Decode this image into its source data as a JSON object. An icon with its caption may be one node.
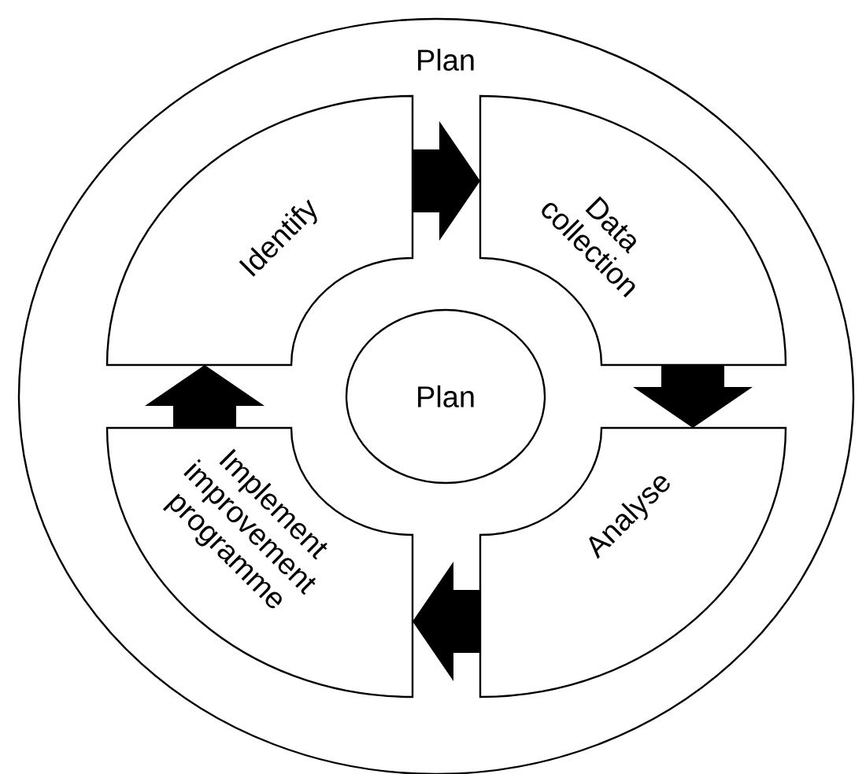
{
  "diagram": {
    "nodes": [
      {
        "text": [
          "Plan"
        ]
      },
      {
        "text": [
          "Identify"
        ],
        "in": 0
      },
      {
        "text": [
          "Data collection"
        ],
        "in": 0
      },
      {
        "text": [
          "Plan"
        ],
        "in": 0
      },
      {
        "text": [
          "Implement improvement programme"
        ],
        "in": 0
      },
      {
        "text": [
          "Analyse"
        ],
        "in": 0
      }
    ],
    "edges": [
      {
        "from": 1,
        "to": 2,
        "arrow": "to"
      },
      {
        "from": 2,
        "to": 5,
        "arrow": "to"
      },
      {
        "from": 5,
        "to": 4,
        "arrow": "to"
      },
      {
        "from": 4,
        "to": 1,
        "arrow": "to"
      }
    ]
  }
}
